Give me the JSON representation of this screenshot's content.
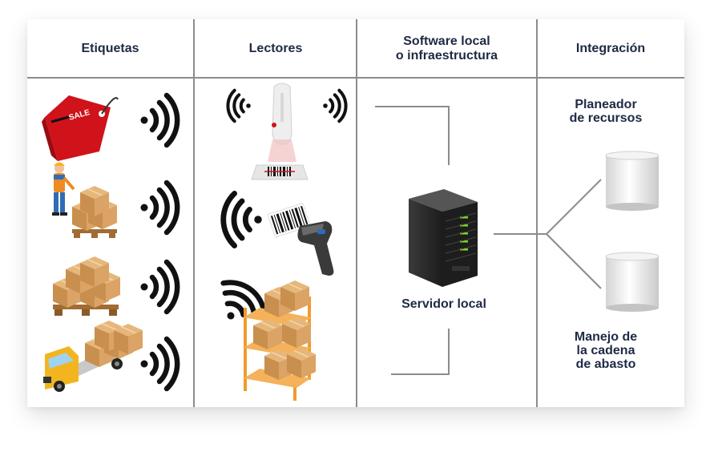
{
  "columns": {
    "tags": "Etiquetas",
    "readers": "Lectores",
    "software": "Software local\no infraestructura",
    "integration": "Integración"
  },
  "tag_sale_text": "SALE",
  "server_label": "Servidor local",
  "db_top_label": "Planeador\nde recursos",
  "db_bottom_label": "Manejo de\nla cadena\nde abasto",
  "colors": {
    "text": "#1e2a44",
    "divider": "#8c8c8c",
    "wave": "#111111",
    "tag_red": "#d0121b",
    "box": "#d9a25f",
    "truck": "#f2b51f",
    "shelf": "#f29a2e",
    "server": "#2b2b2b",
    "server_led": "#7ddc1f"
  }
}
